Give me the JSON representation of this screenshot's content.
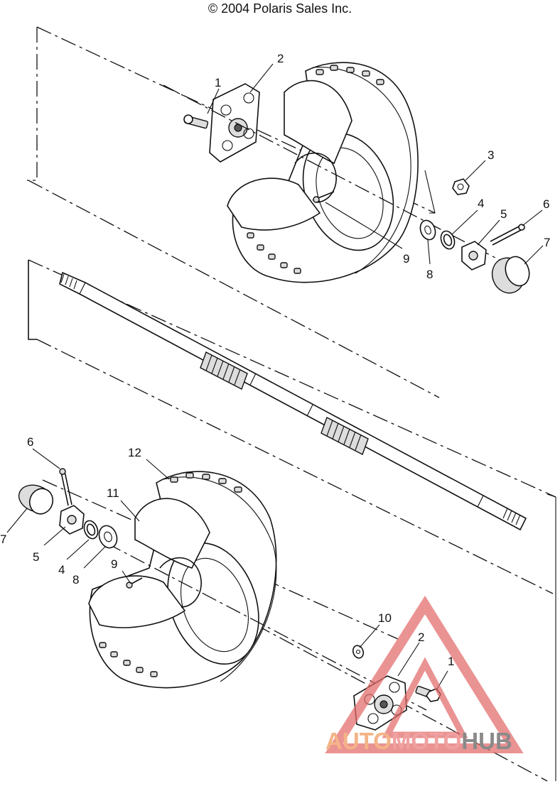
{
  "header": {
    "copyright": "© 2004 Polaris Sales Inc."
  },
  "callouts": {
    "top": {
      "c1": "1",
      "c2": "2",
      "c3": "3",
      "c4": "4",
      "c5": "5",
      "c6": "6",
      "c7": "7",
      "c8": "8",
      "c9": "9"
    },
    "bottom": {
      "c1": "1",
      "c2": "2",
      "c4": "4",
      "c5": "5",
      "c6": "6",
      "c7": "7",
      "c8": "8",
      "c9": "9",
      "c10": "10",
      "c11": "11",
      "c12": "12"
    }
  },
  "watermark": {
    "part_a": "AUTO",
    "part_b": "MOTO",
    "part_c": "HUB",
    "colors": {
      "orange": "#f3b487",
      "red": "#e36a6a",
      "gray": "#8a8a8a"
    }
  }
}
